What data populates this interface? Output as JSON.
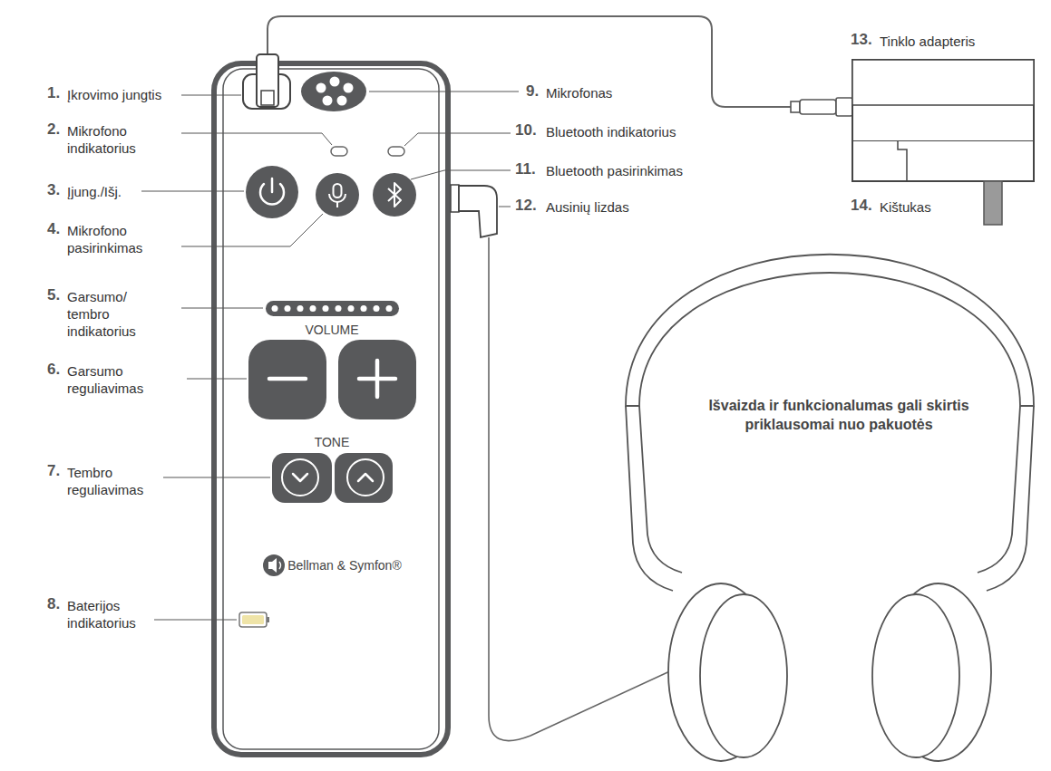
{
  "diagram": {
    "nodes": [
      {
        "text": [
          "VOLUME",
          "TONE",
          "Bellman & Symfon®"
        ]
      }
    ],
    "labels": [
      "1.",
      "Įkrovimo jungtis",
      "2.",
      "Mikrofono indikatorius",
      "3.",
      "Įjung./Išj.",
      "4.",
      "Mikrofono pasirinkimas",
      "5.",
      "Garsumo/ tembro indikatorius",
      "6.",
      "Garsumo reguliavimas",
      "7.",
      "Tembro reguliavimas",
      "8.",
      "Baterijos indikatorius",
      "9.",
      "Mikrofonas",
      "10.",
      "Bluetooth indikatorius",
      "11.",
      "Bluetooth pasirinkimas",
      "12.",
      "Ausinių lizdas",
      "13.",
      "Tinklo adapteris",
      "14.",
      "Kištukas",
      "Išvaizda ir funkcionalumas gali skirtis priklausomai nuo pakuotės"
    ]
  }
}
